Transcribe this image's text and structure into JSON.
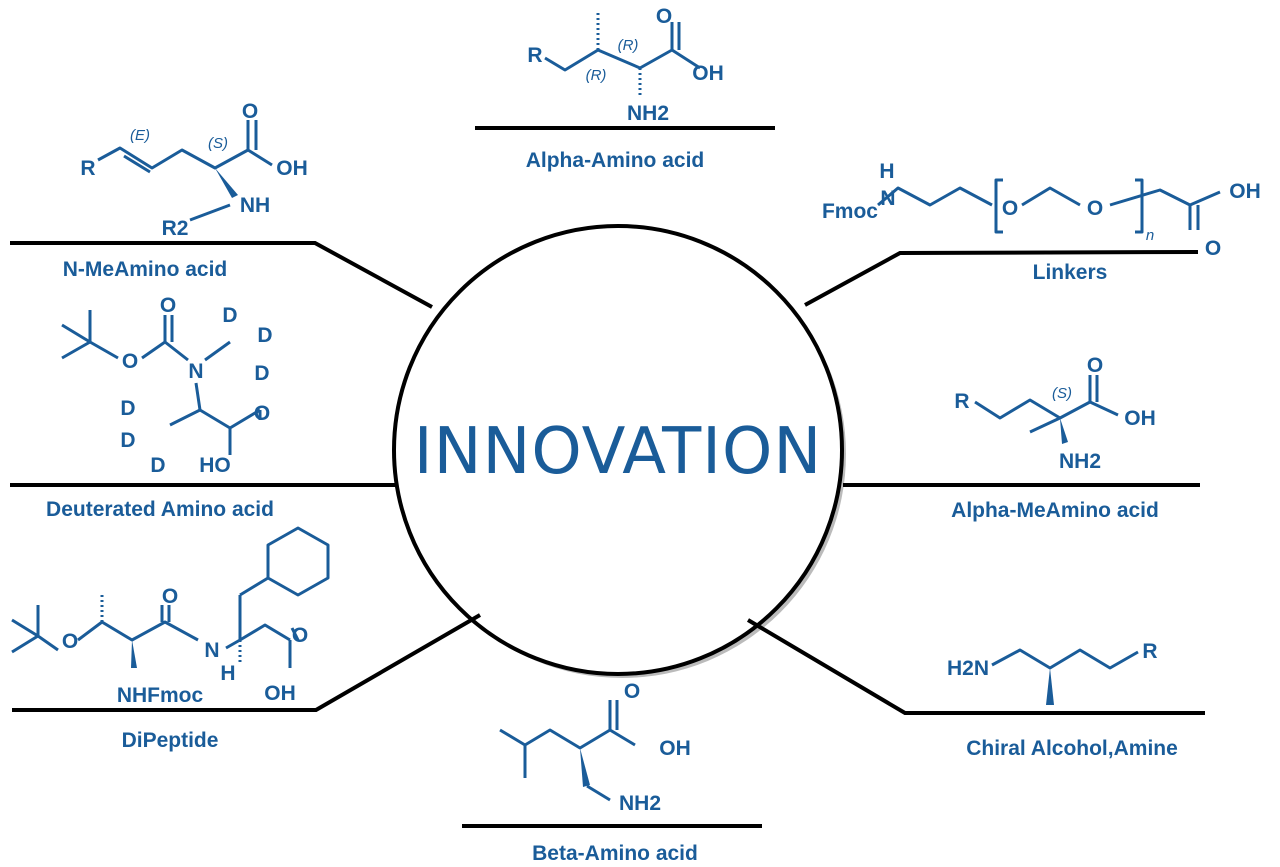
{
  "center": {
    "title": "INNOVATION"
  },
  "colors": {
    "accent": "#1a5c99",
    "lines": "#000000"
  },
  "categories": {
    "alpha_amino": {
      "label": "Alpha-Amino acid",
      "atoms": [
        "R",
        "(R)",
        "(R)",
        "O",
        "OH",
        "NH2"
      ]
    },
    "n_me_amino": {
      "label": "N-MeAmino acid",
      "atoms": [
        "R",
        "(E)",
        "(S)",
        "O",
        "OH",
        "NH",
        "R2"
      ]
    },
    "linkers": {
      "label": "Linkers",
      "atoms": [
        "H",
        "N",
        "Fmoc",
        "O",
        "O",
        "n",
        "OH",
        "O"
      ]
    },
    "deuterated": {
      "label": "Deuterated Amino acid",
      "atoms": [
        "O",
        "O",
        "N",
        "D",
        "D",
        "D",
        "D",
        "D",
        "D",
        "O",
        "HO"
      ]
    },
    "alpha_me": {
      "label": "Alpha-MeAmino acid",
      "atoms": [
        "R",
        "(S)",
        "O",
        "OH",
        "NH2"
      ]
    },
    "dipeptide": {
      "label": "DiPeptide",
      "atoms": [
        "O",
        "O",
        "N",
        "H",
        "NHFmoc",
        "O",
        "OH"
      ]
    },
    "chiral": {
      "label": "Chiral Alcohol,Amine",
      "atoms": [
        "H2N",
        "R"
      ]
    },
    "beta_amino": {
      "label": "Beta-Amino acid",
      "atoms": [
        "O",
        "OH",
        "NH2"
      ]
    }
  }
}
